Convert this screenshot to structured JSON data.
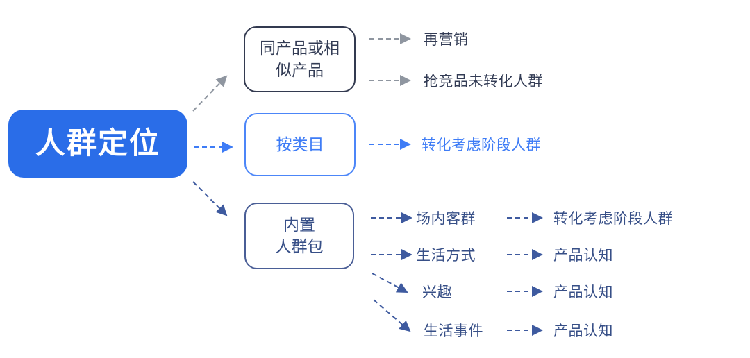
{
  "root": {
    "label": "人群定位"
  },
  "branches": [
    {
      "label": "同产品或相\n似产品",
      "children": [
        {
          "label": "再营销"
        },
        {
          "label": "抢竞品未转化人群"
        }
      ]
    },
    {
      "label": "按类目",
      "children": [
        {
          "label": "转化考虑阶段人群"
        }
      ]
    },
    {
      "label": "内置\n人群包",
      "children": [
        {
          "label": "场内客群",
          "children": [
            {
              "label": "转化考虑阶段人群"
            }
          ]
        },
        {
          "label": "生活方式",
          "children": [
            {
              "label": "产品认知"
            }
          ]
        },
        {
          "label": "兴趣",
          "children": [
            {
              "label": "产品认知"
            }
          ]
        },
        {
          "label": "生活事件",
          "children": [
            {
              "label": "产品认知"
            }
          ]
        }
      ]
    }
  ],
  "colors": {
    "root_background": "#2a6de8",
    "root_text": "#ffffff",
    "dark_branch": "#333c55",
    "gray_arrow": "#8f96a0",
    "bright_blue": "#3e7cf6",
    "navy": "#3e5a9f"
  }
}
